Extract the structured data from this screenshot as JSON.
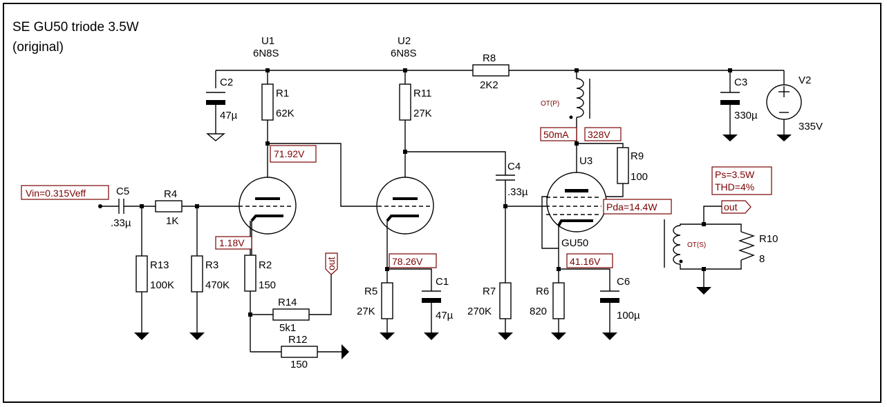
{
  "title": {
    "line1": "SE GU50 triode 3.5W",
    "line2": "(original)"
  },
  "tubes": {
    "u1": {
      "ref": "U1",
      "type": "6N8S"
    },
    "u2": {
      "ref": "U2",
      "type": "6N8S"
    },
    "u3": {
      "ref": "U3",
      "type": "GU50"
    }
  },
  "components": {
    "c1": {
      "ref": "C1",
      "value": "47µ"
    },
    "c2": {
      "ref": "C2",
      "value": "47µ"
    },
    "c3": {
      "ref": "C3",
      "value": "330µ"
    },
    "c4": {
      "ref": "C4",
      "value": ".33µ"
    },
    "c5": {
      "ref": "C5",
      "value": ".33µ"
    },
    "c6": {
      "ref": "C6",
      "value": "100µ"
    },
    "r1": {
      "ref": "R1",
      "value": "62K"
    },
    "r2": {
      "ref": "R2",
      "value": "150"
    },
    "r3": {
      "ref": "R3",
      "value": "470K"
    },
    "r4": {
      "ref": "R4",
      "value": "1K"
    },
    "r5": {
      "ref": "R5",
      "value": "27K"
    },
    "r6": {
      "ref": "R6",
      "value": "820"
    },
    "r7": {
      "ref": "R7",
      "value": "270K"
    },
    "r8": {
      "ref": "R8",
      "value": "2K2"
    },
    "r9": {
      "ref": "R9",
      "value": "100"
    },
    "r10": {
      "ref": "R10",
      "value": "8"
    },
    "r11": {
      "ref": "R11",
      "value": "27K"
    },
    "r12": {
      "ref": "R12",
      "value": "150"
    },
    "r13": {
      "ref": "R13",
      "value": "100K"
    },
    "r14": {
      "ref": "R14",
      "value": "5k1"
    },
    "v2": {
      "ref": "V2",
      "value": "335V"
    }
  },
  "transformer": {
    "primary": "OT(P)",
    "secondary": "OT(S)"
  },
  "annotations": {
    "vin": "Vin=0.315Veff",
    "u1_plate": "71.92V",
    "u1_cathode": "1.18V",
    "u2_cathode": "78.26V",
    "u3_current": "50mA",
    "u3_plate": "328V",
    "u3_pda": "Pda=14.4W",
    "u3_cathode": "41.16V",
    "ps": "Ps=3.5W",
    "thd": "THD=4%"
  },
  "net_labels": {
    "out_feedback": "out",
    "out_output": "out"
  }
}
